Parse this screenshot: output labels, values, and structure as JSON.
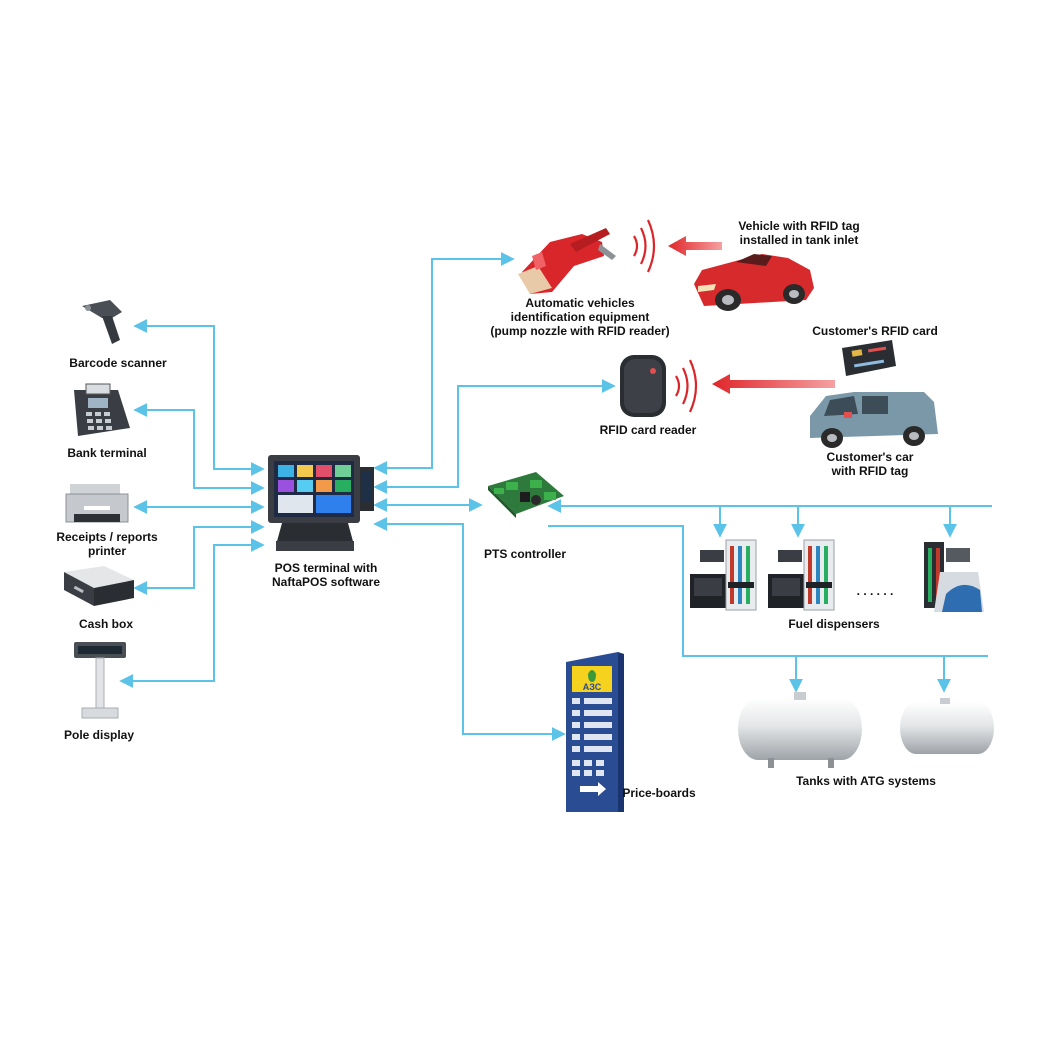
{
  "colors": {
    "connector": "#5bc2e8",
    "rfid_arrow": "#e8363a",
    "label": "#111111"
  },
  "labels": {
    "barcode_scanner": "Barcode scanner",
    "bank_terminal": "Bank terminal",
    "receipts_printer_1": "Receipts / reports",
    "receipts_printer_2": "printer",
    "cash_box": "Cash box",
    "pole_display": "Pole display",
    "pos_terminal_1": "POS terminal with",
    "pos_terminal_2": "NaftaPOS software",
    "auto_vehicle_1": "Automatic vehicles",
    "auto_vehicle_2": "identification equipment",
    "auto_vehicle_3": "(pump nozzle with RFID reader)",
    "vehicle_rfid_1": "Vehicle with RFID tag",
    "vehicle_rfid_2": "installed in tank inlet",
    "customer_card": "Customer's RFID card",
    "rfid_reader": "RFID card reader",
    "customer_car_1": "Customer's car",
    "customer_car_2": "with RFID tag",
    "pts_controller": "PTS controller",
    "fuel_dispensers": "Fuel dispensers",
    "dispenser_ellipsis": ". . . . . .",
    "tanks": "Tanks with ATG systems",
    "price_boards": "Price-boards"
  },
  "price_board": {
    "logo": "АЗС"
  },
  "icons": [
    "barcode-scanner-icon",
    "bank-terminal-icon",
    "receipt-printer-icon",
    "cash-box-icon",
    "pole-display-icon",
    "pos-terminal-icon",
    "pump-nozzle-rfid-icon",
    "red-convertible-car-icon",
    "rfid-card-icon",
    "rfid-card-reader-icon",
    "blue-van-icon",
    "pts-controller-board-icon",
    "fuel-dispenser-icon",
    "storage-tank-icon",
    "price-board-icon"
  ]
}
